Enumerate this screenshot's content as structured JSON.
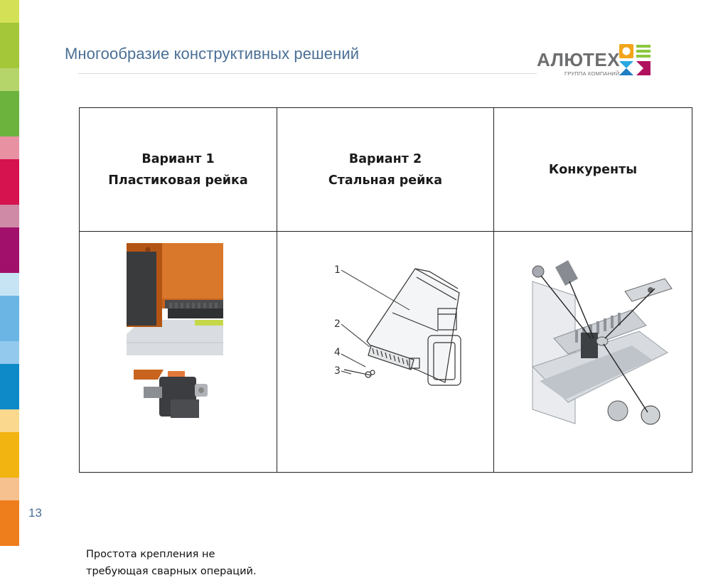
{
  "slide": {
    "title": "Многообразие конструктивных решений",
    "page_number": "13"
  },
  "logo": {
    "word": "АЛЮТЕХ",
    "subtitle": "ГРУППА КОМПАНИЙ"
  },
  "table": {
    "columns": [
      {
        "line1": "Вариант 1",
        "line2": "Пластиковая рейка"
      },
      {
        "line1": "Вариант 2",
        "line2": "Стальная рейка"
      },
      {
        "line1": "Конкуренты",
        "line2": ""
      }
    ],
    "note_line1": "Простота крепления не",
    "note_line2": "требующая сварных операций.",
    "callouts": [
      "1",
      "2",
      "4",
      "3"
    ]
  },
  "side_stripe_colors": [
    "#d4e157",
    "#a4c639",
    "#b5d56a",
    "#6cb33e",
    "#e891a3",
    "#d6124f",
    "#cf8aa6",
    "#a1106b",
    "#c7e4f5",
    "#6bb5e4",
    "#93c9ec",
    "#0f8ac9",
    "#fad98e",
    "#f2b410",
    "#f6c08f",
    "#ee7d1c"
  ]
}
